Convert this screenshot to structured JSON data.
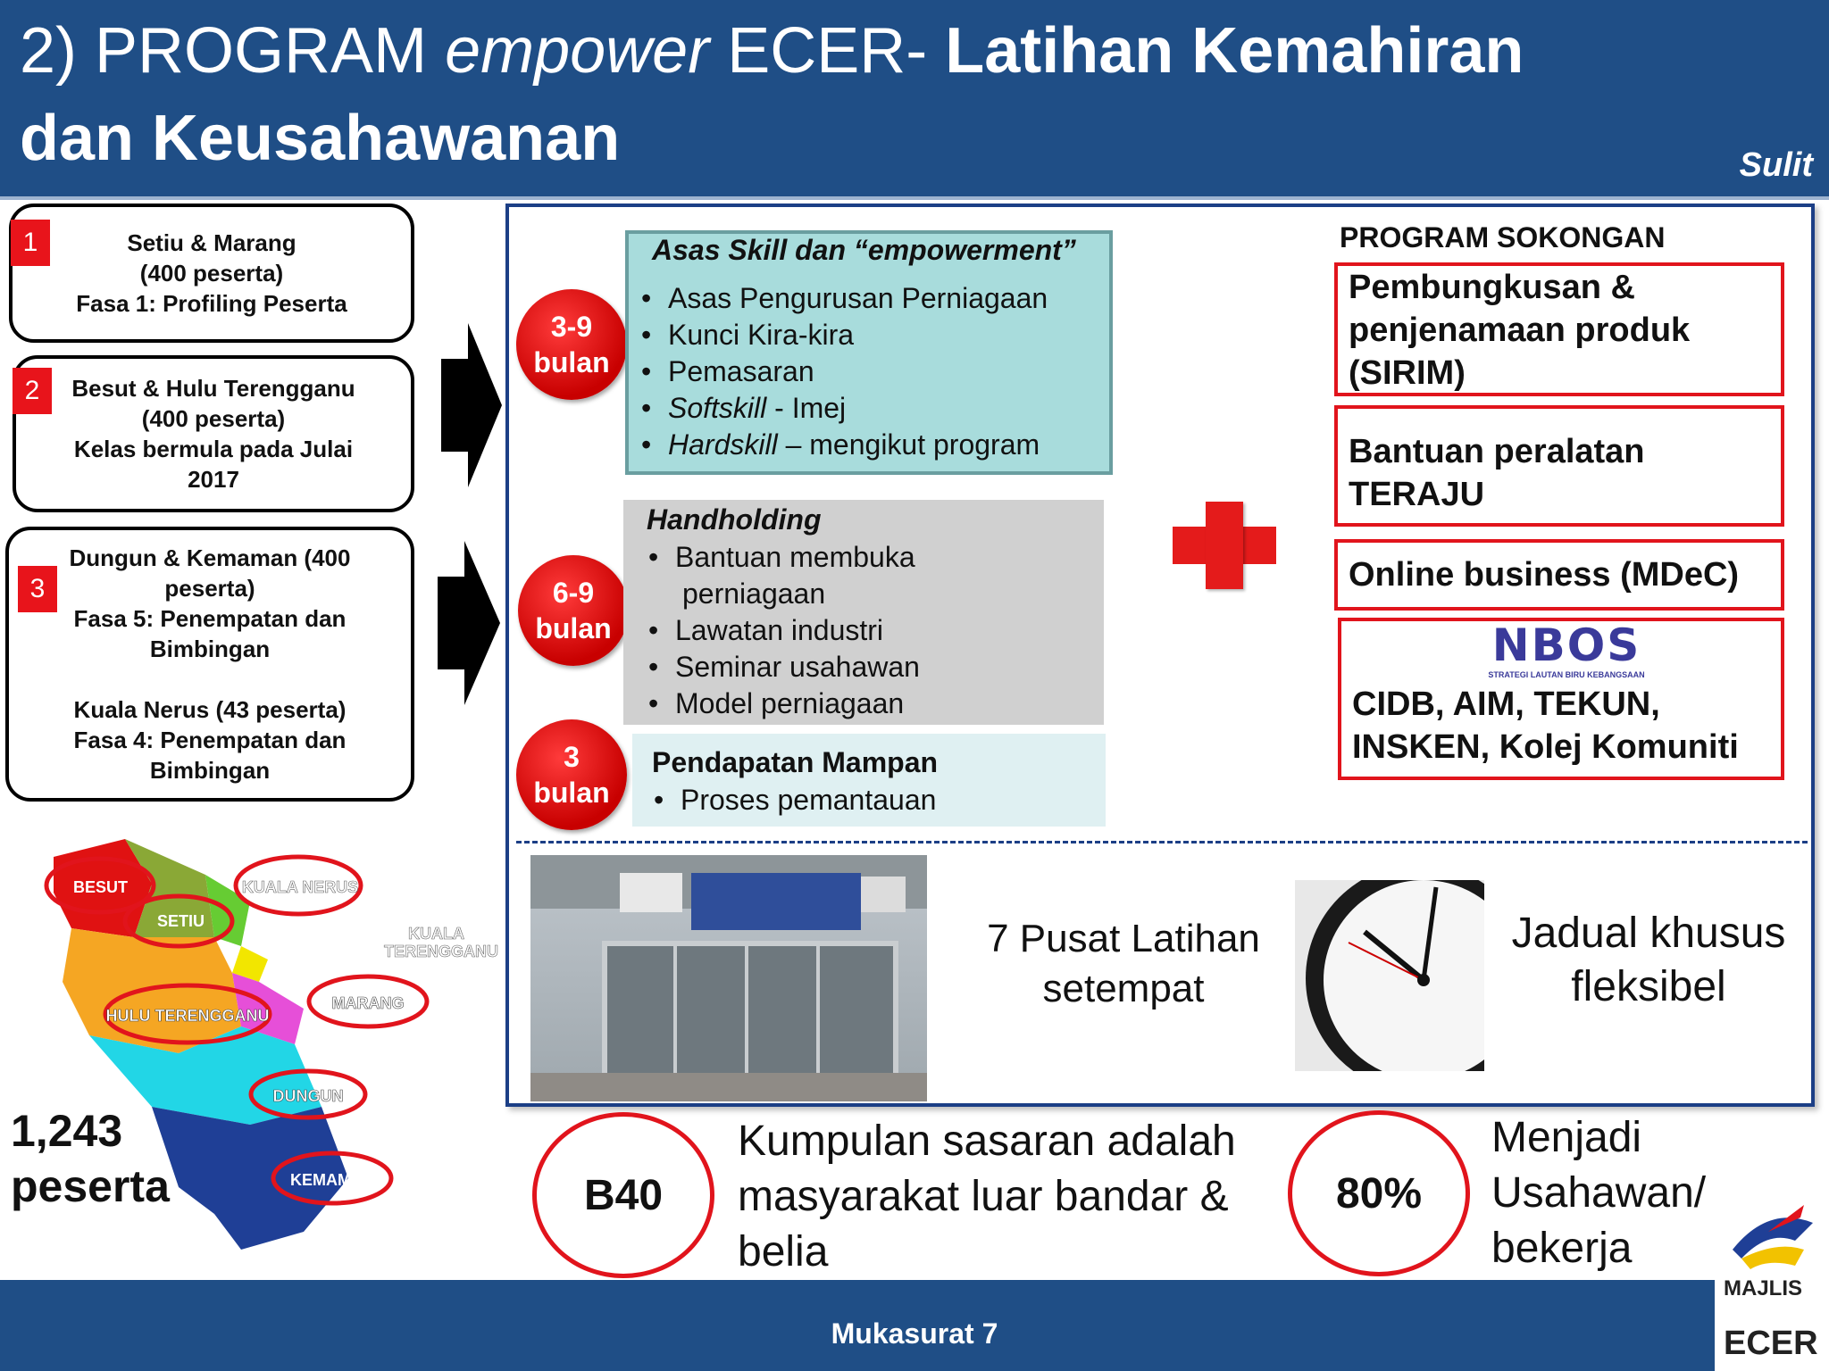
{
  "header": {
    "title_part1": "2) PROGRAM ",
    "title_part2": "empower",
    "title_part3": " ECER- ",
    "title_part4": "Latihan Kemahiran",
    "title_line2": "dan Keusahawanan",
    "classification": "Sulit"
  },
  "groups": [
    {
      "number": "1",
      "lines": [
        "Setiu & Marang",
        "(400 peserta)",
        "Fasa 1: Profiling Peserta"
      ]
    },
    {
      "number": "2",
      "lines": [
        "Besut & Hulu Terengganu",
        "(400 peserta)",
        "Kelas bermula pada  Julai",
        "2017"
      ]
    },
    {
      "number": "3",
      "lines": [
        "Dungun & Kemaman (400",
        "peserta)",
        "Fasa 5: Penempatan dan",
        "Bimbingan",
        "",
        "Kuala Nerus (43 peserta)",
        "Fasa 4: Penempatan dan",
        "Bimbingan"
      ]
    }
  ],
  "phases": [
    {
      "duration_num": "3-9",
      "duration_unit": "bulan"
    },
    {
      "duration_num": "6-9",
      "duration_unit": "bulan"
    },
    {
      "duration_num": "3",
      "duration_unit": "bulan"
    }
  ],
  "skill": {
    "title": "Asas Skill dan  “empowerment”",
    "items": [
      {
        "italic": "",
        "text": "Asas Pengurusan Perniagaan"
      },
      {
        "italic": "",
        "text": "Kunci Kira-kira"
      },
      {
        "italic": "",
        "text": "Pemasaran"
      },
      {
        "italic": "Softskill",
        "text": " - Imej"
      },
      {
        "italic": "Hardskill",
        "text": " – mengikut program"
      }
    ]
  },
  "handholding": {
    "title": "Handholding",
    "items": [
      "Bantuan membuka",
      " perniagaan",
      "Lawatan industri",
      "Seminar usahawan",
      "Model perniagaan"
    ]
  },
  "pendapatan": {
    "title": "Pendapatan Mampan",
    "items": [
      "Proses pemantauan"
    ]
  },
  "sokongan": {
    "heading": "PROGRAM SOKONGAN",
    "box1": [
      "Pembungkusan &",
      "penjenamaan produk",
      "(SIRIM)"
    ],
    "box2": [
      "Bantuan peralatan",
      "TERAJU"
    ],
    "box3": "Online business (MDeC)",
    "nbos_logo": "NBOS",
    "nbos_tagline": "STRATEGI LAUTAN BIRU KEBANGSAAN",
    "box4": [
      "CIDB, AIM, TEKUN,",
      "INSKEN, Kolej Komuniti"
    ]
  },
  "facilities": {
    "pusat": [
      "7 Pusat Latihan",
      "setempat"
    ],
    "jadual": [
      "Jadual khusus",
      "fleksibel"
    ]
  },
  "map": {
    "districts": [
      "BESUT",
      "SETIU",
      "KUALA NERUS",
      "KUALA",
      "TERENGGANU",
      "HULU TERENGGANU",
      "MARANG",
      "DUNGUN",
      "KEMAMAN"
    ]
  },
  "total_participants": [
    "1,243",
    "peserta"
  ],
  "target": {
    "badge": "B40",
    "text": [
      "Kumpulan sasaran adalah",
      "masyarakat luar bandar &",
      "belia"
    ]
  },
  "outcome": {
    "badge": "80%",
    "text": [
      "Menjadi",
      "Usahawan/",
      "bekerja"
    ]
  },
  "footer": {
    "page_label": "Mukasurat 7",
    "logo_majlis": "MAJLIS",
    "logo_ecer": "ECER"
  },
  "colors": {
    "header_blue": "#1f4e86",
    "accent_red": "#e1141c",
    "frame_blue": "#1c3f86"
  }
}
